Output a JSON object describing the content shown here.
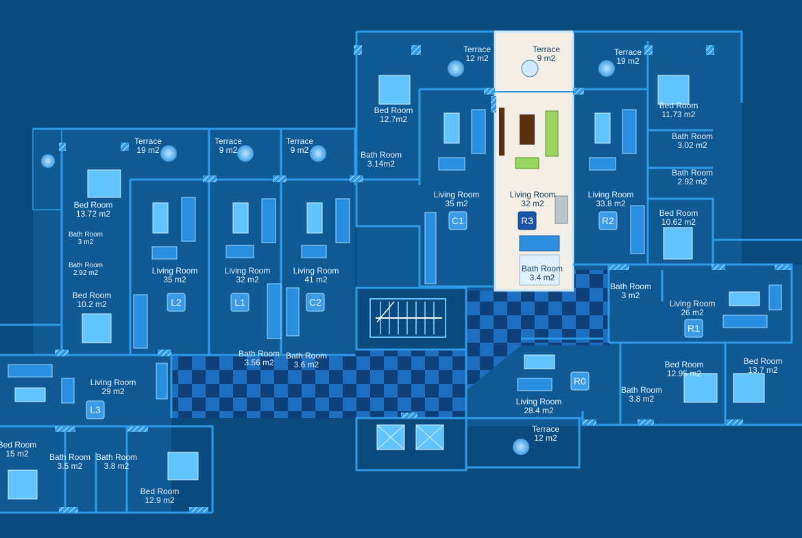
{
  "units": [
    {
      "id": "L3",
      "active": false
    },
    {
      "id": "L2",
      "active": false
    },
    {
      "id": "L1",
      "active": false
    },
    {
      "id": "C2",
      "active": false
    },
    {
      "id": "C1",
      "active": false
    },
    {
      "id": "R3",
      "active": true
    },
    {
      "id": "R2",
      "active": false
    },
    {
      "id": "R1",
      "active": false
    },
    {
      "id": "R0",
      "active": false
    }
  ],
  "rooms": [
    {
      "name": "Terrace",
      "area": "19 m2"
    },
    {
      "name": "Terrace",
      "area": "9 m2"
    },
    {
      "name": "Terrace",
      "area": "9 m2"
    },
    {
      "name": "Terrace",
      "area": "12 m2"
    },
    {
      "name": "Terrace",
      "area": "9 m2"
    },
    {
      "name": "Terrace",
      "area": "19 m2"
    },
    {
      "name": "Terrace",
      "area": "12 m2"
    },
    {
      "name": "Bed Room",
      "area": "13.72 m2"
    },
    {
      "name": "Bath Room",
      "area": "3 m2"
    },
    {
      "name": "Bath Room",
      "area": "2.92 m2"
    },
    {
      "name": "Bed Room",
      "area": "10.2 m2"
    },
    {
      "name": "Living Room",
      "area": "35 m2"
    },
    {
      "name": "Living Room",
      "area": "32 m2"
    },
    {
      "name": "Living Room",
      "area": "41 m2"
    },
    {
      "name": "Bath Room",
      "area": "3.56 m2"
    },
    {
      "name": "Bath Room",
      "area": "3.6 m2"
    },
    {
      "name": "Bed Room",
      "area": "12.7m2"
    },
    {
      "name": "Bath Room",
      "area": "3.14m2"
    },
    {
      "name": "Living Room",
      "area": "35 m2"
    },
    {
      "name": "Living Room",
      "area": "32 m2"
    },
    {
      "name": "Bath Room",
      "area": "3.4 m2"
    },
    {
      "name": "Living Room",
      "area": "33.8 m2"
    },
    {
      "name": "Bed Room",
      "area": "11.73 m2"
    },
    {
      "name": "Bath Room",
      "area": "3.02 m2"
    },
    {
      "name": "Bath Room",
      "area": "2.92 m2"
    },
    {
      "name": "Bed Room",
      "area": "10.62 m2"
    },
    {
      "name": "Bath Room",
      "area": "3 m2"
    },
    {
      "name": "Living Room",
      "area": "26 m2"
    },
    {
      "name": "Bed Room",
      "area": "12.95 m2"
    },
    {
      "name": "Bed Room",
      "area": "13.7 m2"
    },
    {
      "name": "Bath Room",
      "area": "3.8 m2"
    },
    {
      "name": "Living Room",
      "area": "28.4 m2"
    },
    {
      "name": "Living Room",
      "area": "29 m2"
    },
    {
      "name": "Bed Room",
      "area": "15 m2"
    },
    {
      "name": "Bath Room",
      "area": "3.5 m2"
    },
    {
      "name": "Bath Room",
      "area": "3.8 m2"
    },
    {
      "name": "Bed Room",
      "area": "12.9 m2"
    }
  ],
  "colors": {
    "background": "#0b4a7c",
    "wall": "#2f9ae8",
    "furniture": "#2a8fe0",
    "furniture_glow": "#62c4ff",
    "selected_floor": "#f3efe6",
    "selected_badge": "#1a56a8",
    "badge": "#3c9be6",
    "corridor_a": "#1e6fc0",
    "corridor_b": "#0d3f78"
  }
}
